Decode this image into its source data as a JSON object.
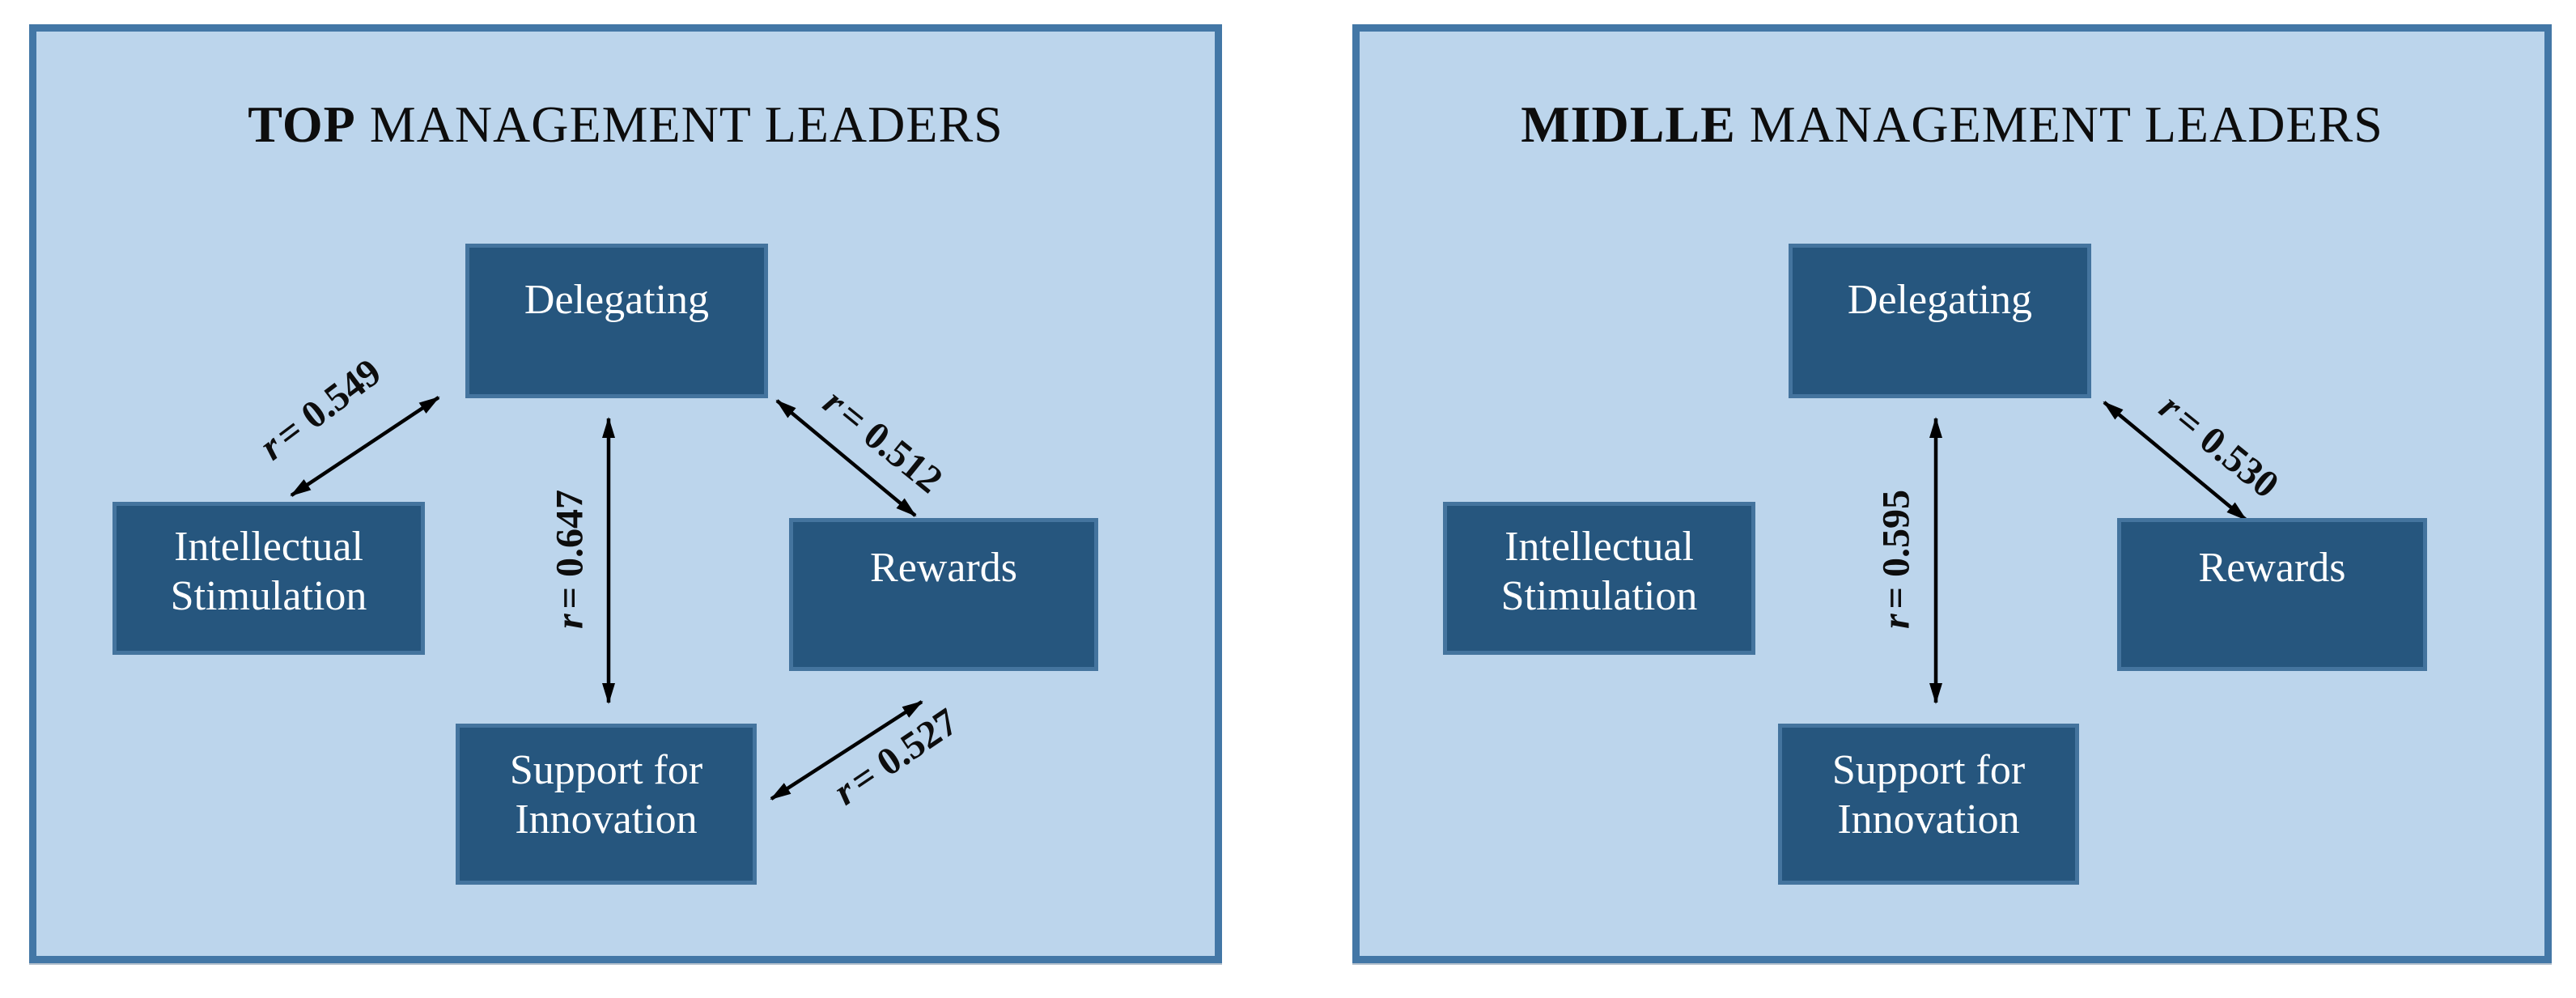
{
  "colors": {
    "page_bg": "#ffffff",
    "panel_bg": "#bcd5ec",
    "panel_border": "#4377a6",
    "box_bg": "#26567e",
    "box_border": "#44749e",
    "box_text": "#ffffff",
    "arrow": "#000000"
  },
  "panels": [
    {
      "id": "top-management",
      "title": {
        "bold": "TOP",
        "rest": " MANAGEMENT LEADERS"
      },
      "boxes": {
        "delegating": "Delegating",
        "intellectual_stimulation": "Intellectual Stimulation",
        "rewards": "Rewards",
        "support_innovation": "Support for Innovation"
      },
      "correlations": [
        {
          "from": "Intellectual Stimulation",
          "to": "Delegating",
          "sym": "r",
          "rest": "= 0.549",
          "value": 0.549
        },
        {
          "from": "Delegating",
          "to": "Rewards",
          "sym": "r",
          "rest": "= 0.512",
          "value": 0.512
        },
        {
          "from": "Delegating",
          "to": "Support for Innovation",
          "sym": "r",
          "rest": "= 0.647",
          "value": 0.647
        },
        {
          "from": "Rewards",
          "to": "Support for Innovation",
          "sym": "r",
          "rest": "= 0.527",
          "value": 0.527
        }
      ]
    },
    {
      "id": "middle-management",
      "title": {
        "bold": "MIDLLE",
        "rest": " MANAGEMENT LEADERS"
      },
      "boxes": {
        "delegating": "Delegating",
        "intellectual_stimulation": "Intellectual Stimulation",
        "rewards": "Rewards",
        "support_innovation": "Support for Innovation"
      },
      "correlations": [
        {
          "from": "Delegating",
          "to": "Rewards",
          "sym": "r",
          "rest": "= 0.530",
          "value": 0.53
        },
        {
          "from": "Delegating",
          "to": "Support for Innovation",
          "sym": "r",
          "rest": "= 0.595",
          "value": 0.595
        }
      ]
    }
  ]
}
